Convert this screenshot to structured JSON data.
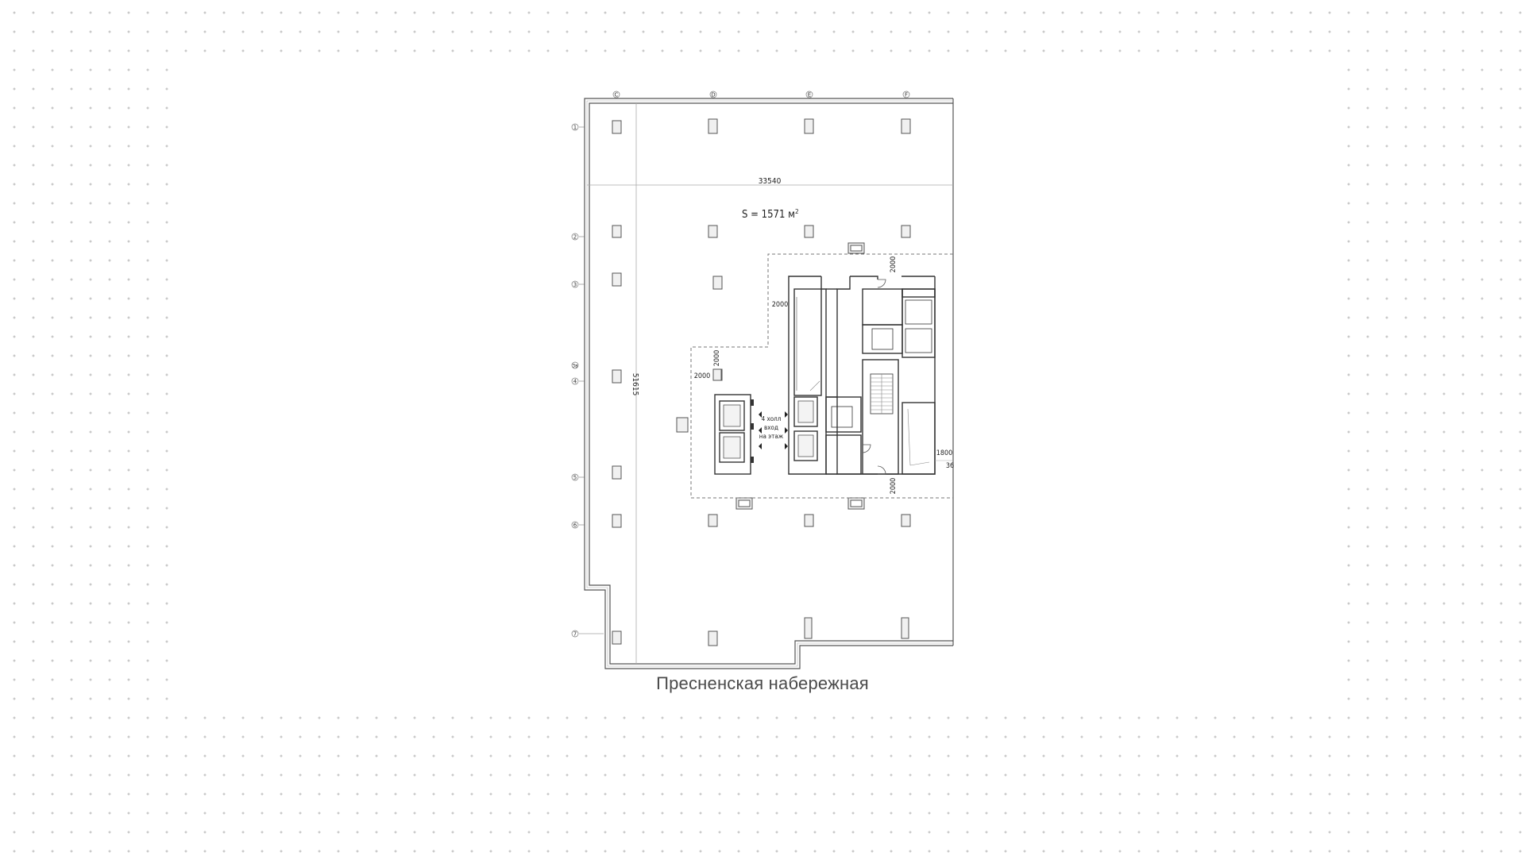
{
  "plan": {
    "area_label": "S = 1571 м",
    "area_unit_superscript": "2",
    "street_name": "Пресненская набережная",
    "width_dimension": "33540",
    "height_dimension": "51615",
    "grid_columns": [
      "C",
      "D",
      "E",
      "F"
    ],
    "grid_rows": [
      "1",
      "2",
      "3",
      "3в",
      "4",
      "5",
      "6",
      "7"
    ],
    "clearance_dimensions": {
      "top_right": "2000",
      "left_core": "2000",
      "left_small_horizontal": "2000",
      "left_small_vertical": "2000",
      "bottom": "2000",
      "right_gap": "1800",
      "right_edge_cut": "36"
    },
    "hall_label": [
      "4 холл",
      "вход",
      "на этаж"
    ]
  }
}
